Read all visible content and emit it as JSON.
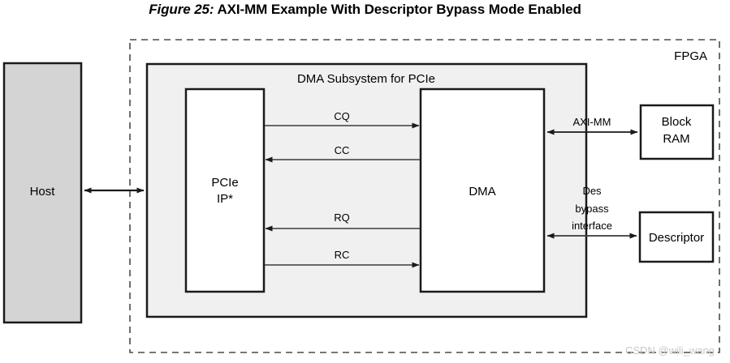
{
  "figure": {
    "number_label": "Figure 25:",
    "title": "AXI-MM Example With Descriptor Bypass Mode Enabled"
  },
  "diagram": {
    "fpga_label": "FPGA",
    "subsystem_label": "DMA Subsystem for PCIe",
    "boxes": {
      "host": "Host",
      "pcie_ip_line1": "PCIe",
      "pcie_ip_line2": "IP*",
      "dma": "DMA",
      "block_ram_line1": "Block",
      "block_ram_line2": "RAM",
      "descriptor": "Descriptor"
    },
    "arrow_labels": {
      "cq": "CQ",
      "cc": "CC",
      "rq": "RQ",
      "rc": "RC",
      "axi_mm": "AXI-MM",
      "des_bypass_line1": "Des",
      "des_bypass_line2": "bypass",
      "des_bypass_line3": "interface"
    },
    "colors": {
      "host_fill": "#d4d4d4",
      "subsystem_fill": "#f0f0f0",
      "box_fill": "#ffffff",
      "stroke": "#1a1a1a",
      "arrow": "#3a3a3a",
      "watermark": "#c8c8c8"
    }
  },
  "watermark": {
    "text": "CSDN @wili_wang"
  }
}
